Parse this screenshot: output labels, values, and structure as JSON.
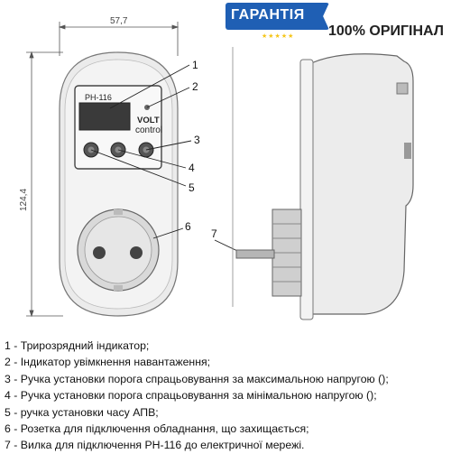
{
  "badge": {
    "guarantee": "ГАРАНТІЯ",
    "stars": "★★★★★",
    "original": "100% ОРИГІНАЛ",
    "ribbon_color": "#1f5fb4",
    "star_color": "#f5c518"
  },
  "device": {
    "model_label": "PH-116",
    "brand_word": "VOLT",
    "brand_sub": "control"
  },
  "dimensions": {
    "width": "57,7",
    "height": "124,4"
  },
  "callouts": [
    "1",
    "2",
    "3",
    "4",
    "5",
    "6",
    "7"
  ],
  "legend": [
    "1 - Трирозрядний індикатор;",
    "2 - Індикатор увімкнення навантаження;",
    "3 - Ручка установки порога спрацьовування за максимальною напругою ();",
    "4 - Ручка установки порога спрацьовування за мінімальною напругою ();",
    "5 - ручка установки часу АПВ;",
    "6 - Розетка для підключення обладнання, що захищається;",
    "7 - Вилка для підключення PH-116 до електричної мережі."
  ]
}
